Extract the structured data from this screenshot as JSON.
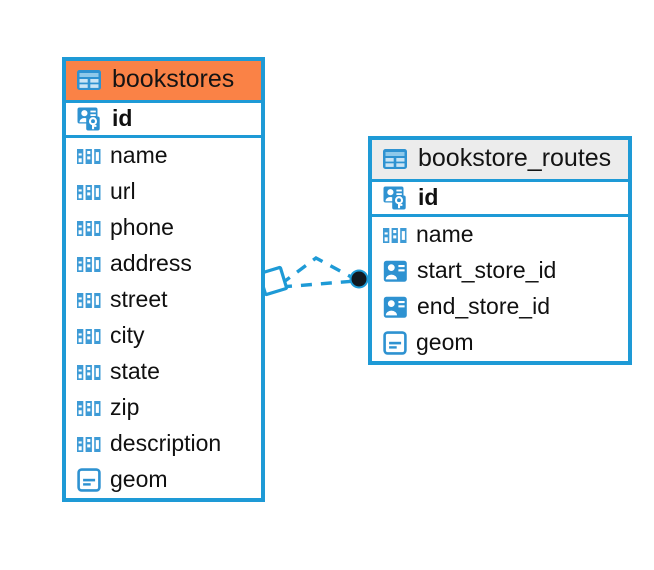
{
  "diagram": {
    "type": "entity-relationship-diagram",
    "colors": {
      "border": "#1E9AD6",
      "accent_header": "#FA8246",
      "neutral_header": "#ECECEC",
      "icon_blue": "#2E92D1",
      "relation_line": "#1E9AD6",
      "relation_endpoint": "#101820",
      "text": "#101010",
      "background": "#FFFFFF"
    },
    "entities": [
      {
        "id": "bookstores",
        "title": "bookstores",
        "title_icon": "table-icon",
        "header_style": "accent",
        "fields": [
          {
            "name": "id",
            "icon": "primary-key-icon",
            "bold": true,
            "type": "key"
          },
          {
            "name": "name",
            "icon": "abc-text-icon",
            "bold": false,
            "type": "text"
          },
          {
            "name": "url",
            "icon": "abc-text-icon",
            "bold": false,
            "type": "text"
          },
          {
            "name": "phone",
            "icon": "abc-text-icon",
            "bold": false,
            "type": "text"
          },
          {
            "name": "address",
            "icon": "abc-text-icon",
            "bold": false,
            "type": "text"
          },
          {
            "name": "street",
            "icon": "abc-text-icon",
            "bold": false,
            "type": "text"
          },
          {
            "name": "city",
            "icon": "abc-text-icon",
            "bold": false,
            "type": "text"
          },
          {
            "name": "state",
            "icon": "abc-text-icon",
            "bold": false,
            "type": "text"
          },
          {
            "name": "zip",
            "icon": "abc-text-icon",
            "bold": false,
            "type": "text"
          },
          {
            "name": "description",
            "icon": "abc-text-icon",
            "bold": false,
            "type": "text"
          },
          {
            "name": "geom",
            "icon": "geometry-icon",
            "bold": false,
            "type": "geometry"
          }
        ]
      },
      {
        "id": "bookstore_routes",
        "title": "bookstore_routes",
        "title_icon": "table-icon",
        "header_style": "neutral",
        "fields": [
          {
            "name": "id",
            "icon": "primary-key-icon",
            "bold": true,
            "type": "key"
          },
          {
            "name": "name",
            "icon": "abc-text-icon",
            "bold": false,
            "type": "text"
          },
          {
            "name": "start_store_id",
            "icon": "foreign-key-icon",
            "bold": false,
            "type": "reference"
          },
          {
            "name": "end_store_id",
            "icon": "foreign-key-icon",
            "bold": false,
            "type": "reference"
          },
          {
            "name": "geom",
            "icon": "geometry-icon",
            "bold": false,
            "type": "geometry"
          }
        ]
      }
    ],
    "relationship": {
      "name": "bookstores-to-bookstore-routes",
      "style": "dashed",
      "source_marker": "diamond-marker",
      "target_marker": "filled-circle-marker",
      "branches": 2
    }
  }
}
